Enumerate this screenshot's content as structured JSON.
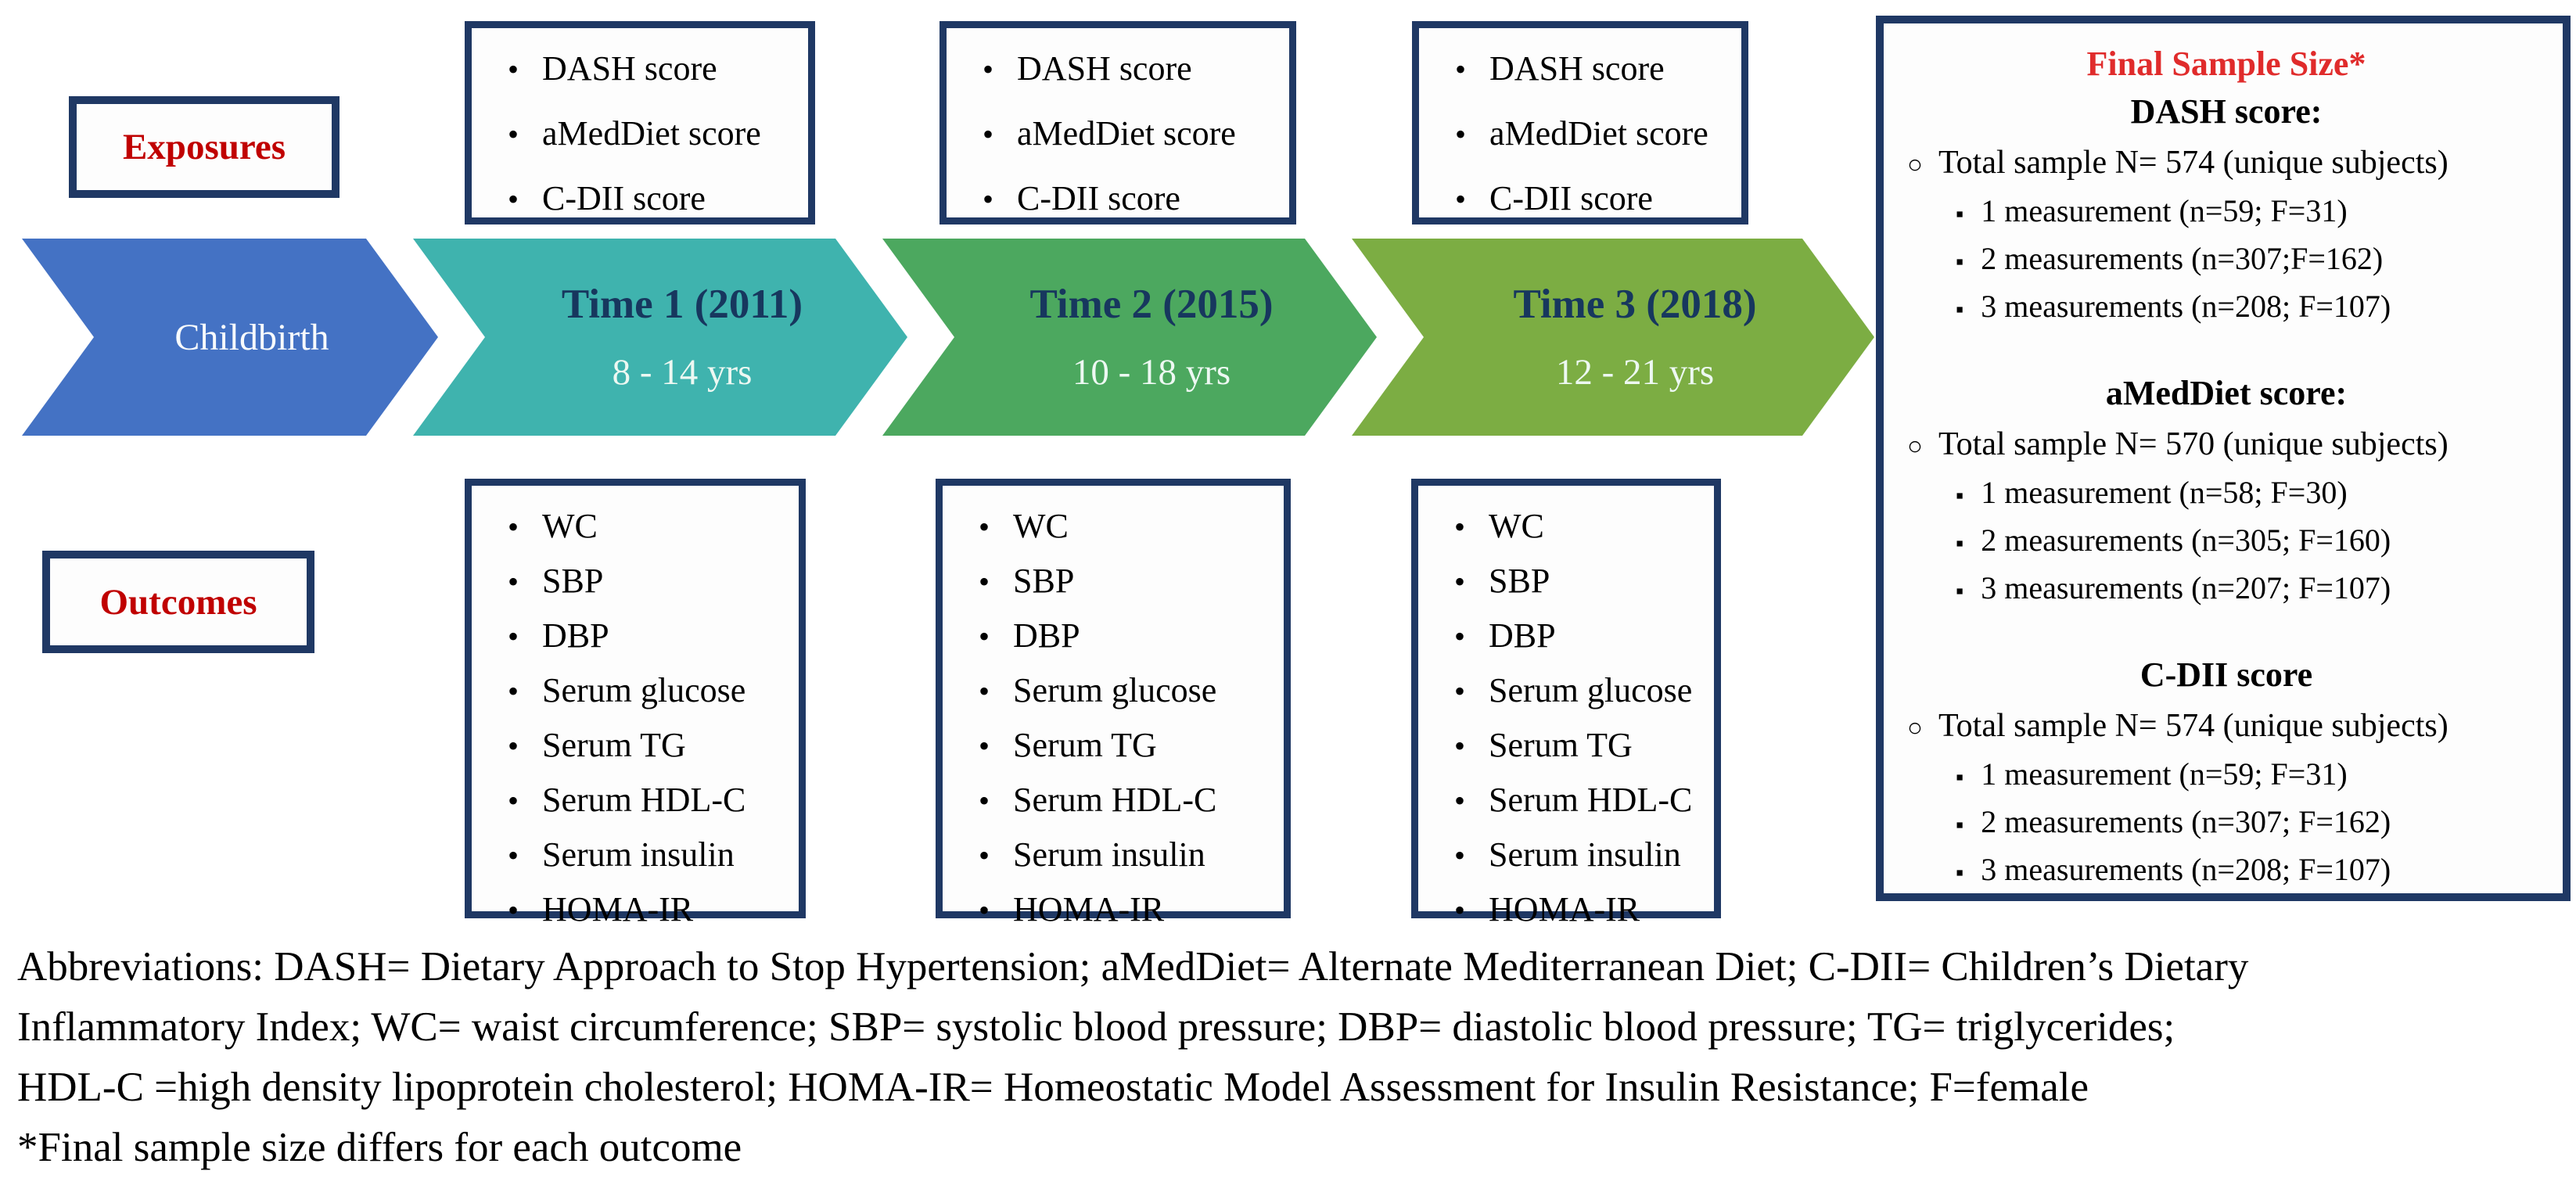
{
  "labels": {
    "exposures": "Exposures",
    "outcomes": "Outcomes"
  },
  "icons": {
    "bullet": "•",
    "open_circle": "○",
    "square_bullet": "▪"
  },
  "colors": {
    "navy_border": "#1f3864",
    "label_red": "#c00000",
    "final_title_red": "#e02b2b",
    "childbirth_blue": "#4472c4",
    "time1_teal": "#3fb3ae",
    "time2_green": "#4ca85f",
    "time3_olive": "#7cad43",
    "chevron_title_navy": "#17375e"
  },
  "timeline": [
    {
      "title": "Childbirth",
      "subtitle": "",
      "color": "#4472c4"
    },
    {
      "title": "Time 1 (2011)",
      "subtitle": "8 - 14 yrs",
      "color": "#3fb3ae"
    },
    {
      "title": "Time 2 (2015)",
      "subtitle": "10 - 18 yrs",
      "color": "#4ca85f"
    },
    {
      "title": "Time 3 (2018)",
      "subtitle": "12 - 21 yrs",
      "color": "#7cad43"
    }
  ],
  "exposure_items": [
    "DASH score",
    "aMedDiet score",
    "C-DII score"
  ],
  "outcome_items": [
    "WC",
    "SBP",
    "DBP",
    "Serum glucose",
    "Serum TG",
    "Serum HDL-C",
    "Serum insulin",
    "HOMA-IR"
  ],
  "final_sample": {
    "title": "Final Sample Size*",
    "sections": [
      {
        "heading": "DASH score:",
        "total": "Total sample N= 574 (unique subjects)",
        "measurements": [
          "1 measurement (n=59; F=31)",
          "2 measurements (n=307;F=162)",
          "3 measurements (n=208; F=107)"
        ]
      },
      {
        "heading": "aMedDiet score:",
        "total": "Total sample N= 570 (unique subjects)",
        "measurements": [
          "1 measurement (n=58; F=30)",
          "2 measurements (n=305; F=160)",
          "3 measurements (n=207; F=107)"
        ]
      },
      {
        "heading": "C-DII score",
        "total": "Total sample N= 574 (unique subjects)",
        "measurements": [
          "1 measurement (n=59; F=31)",
          "2 measurements (n=307; F=162)",
          "3 measurements (n=208; F=107)"
        ]
      }
    ]
  },
  "footnote": {
    "lines": [
      "Abbreviations: DASH= Dietary Approach to Stop Hypertension; aMedDiet= Alternate Mediterranean Diet; C-DII= Children’s Dietary",
      "Inflammatory Index; WC= waist circumference; SBP= systolic blood pressure; DBP= diastolic blood pressure; TG= triglycerides;",
      "HDL-C =high density lipoprotein cholesterol; HOMA-IR= Homeostatic Model Assessment for Insulin Resistance; F=female",
      "*Final sample size differs for each outcome"
    ]
  }
}
